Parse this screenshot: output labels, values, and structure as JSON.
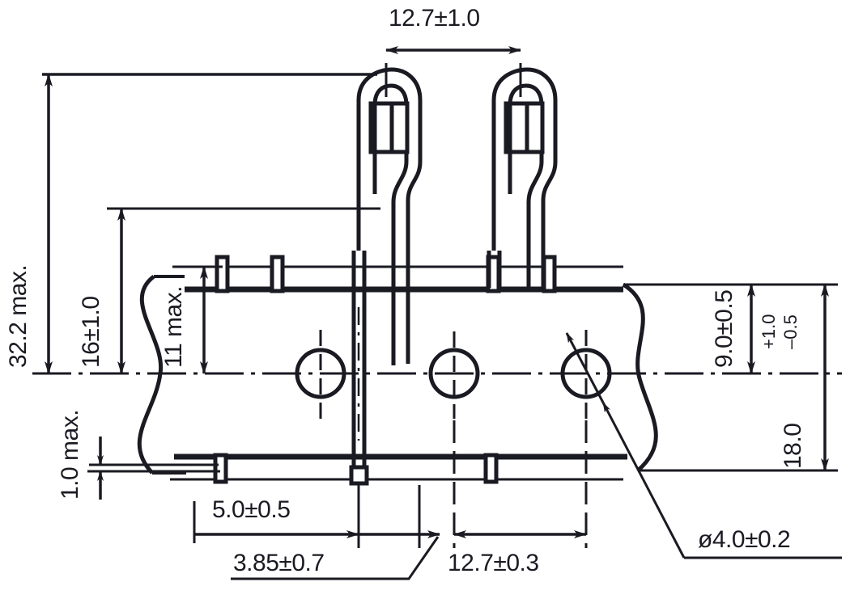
{
  "drawing": {
    "title": "Relay terminal side-view outline dimension drawing",
    "units": "mm",
    "line_color": "#1a1a22",
    "background_color": "#ffffff"
  },
  "dimensions": {
    "top_width": "12.7±1.0",
    "left_overall_height": "32.2 max.",
    "left_body_height": "16±1.0",
    "left_inner_height": "11 max.",
    "left_foot_height": "1.0 max.",
    "right_upper": "9.0±0.5",
    "right_total_value": "18.0",
    "right_total_plus": "+1.0",
    "right_total_minus": "–0.5",
    "bottom_first": "5.0±0.5",
    "bottom_second": "3.85±0.7",
    "bottom_third": "12.7±0.3",
    "hole_callout": "ø4.0±0.2"
  },
  "features": {
    "hole_count": 3,
    "hole_diameter_label": "ø4.0±0.2",
    "terminal_count": 2,
    "centerline_style": "dash-dot"
  }
}
